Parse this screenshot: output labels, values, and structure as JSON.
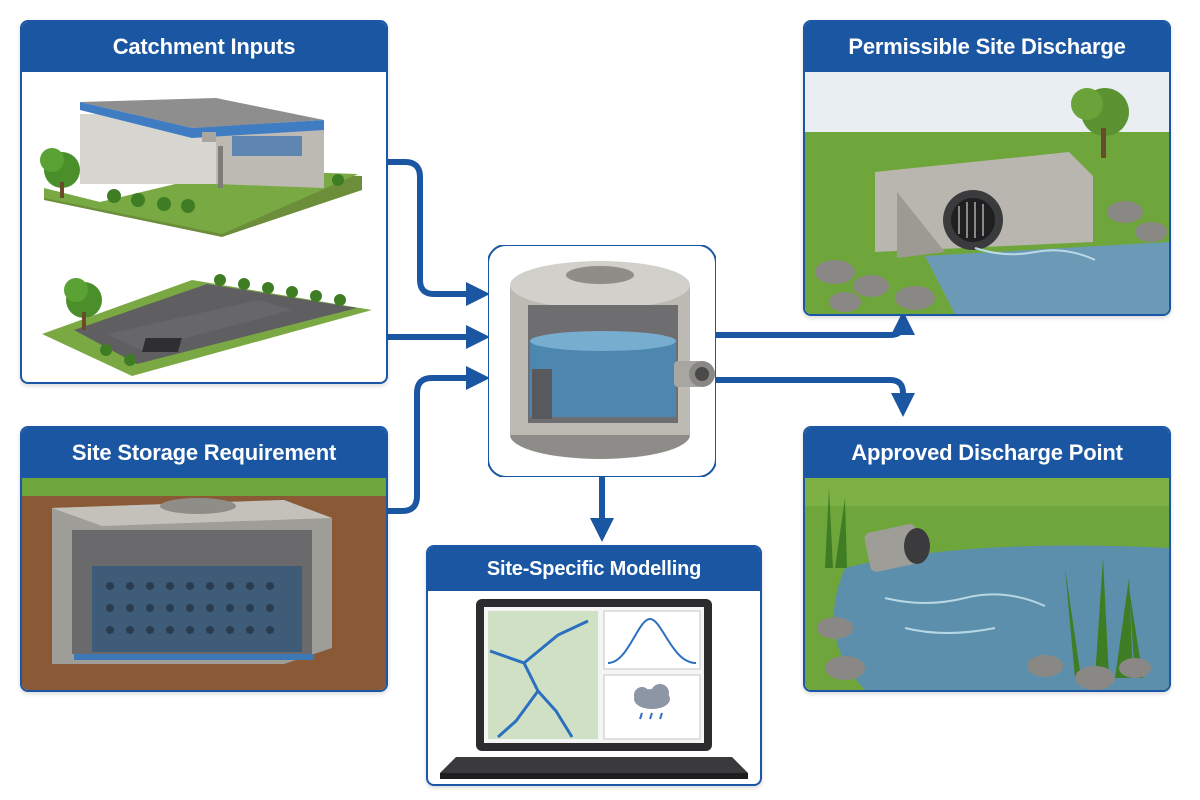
{
  "panels": {
    "catchment": {
      "title": "Catchment Inputs"
    },
    "storage": {
      "title": "Site Storage Requirement"
    },
    "modelling": {
      "title": "Site-Specific Modelling"
    },
    "permissible": {
      "title": "Permissible Site Discharge"
    },
    "approved": {
      "title": "Approved Discharge Point"
    }
  },
  "colors": {
    "accent": "#1b56a3",
    "water": "#5a95b8",
    "grass": "#5e9a35",
    "concrete": "#c9c7c2"
  },
  "icons": {
    "building": "building-icon",
    "car-park": "car-park-icon",
    "storage-tank": "storage-tank-icon",
    "laptop": "laptop-icon",
    "rain-cloud": "rain-cloud-icon",
    "culvert": "culvert-icon",
    "outfall-pipe": "outfall-pipe-icon",
    "detention-chamber": "detention-chamber-icon"
  }
}
